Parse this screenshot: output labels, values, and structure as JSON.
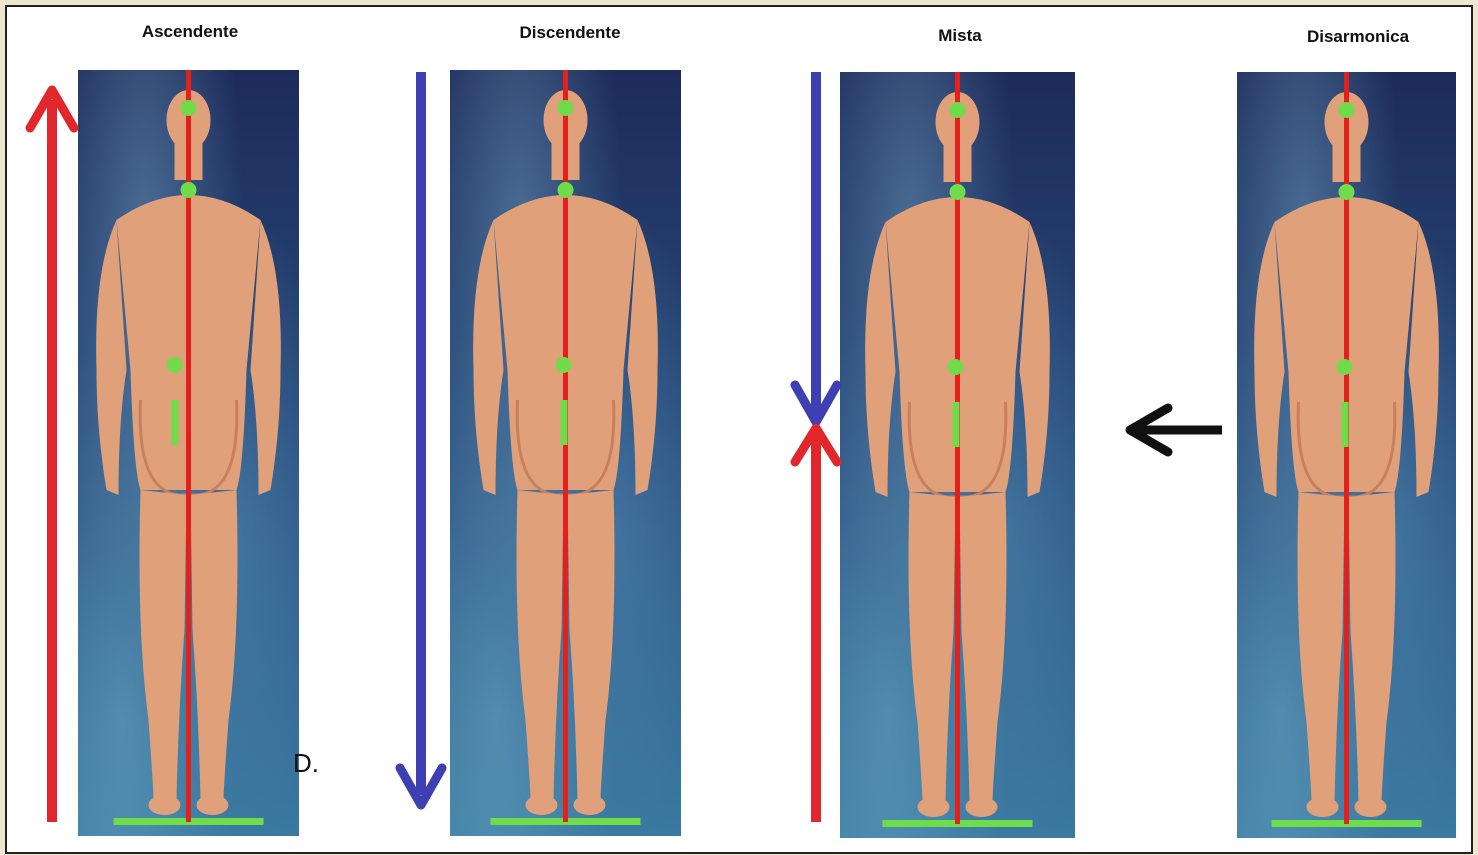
{
  "panels": [
    {
      "id": "ascendente",
      "label": "Ascendente"
    },
    {
      "id": "discendente",
      "label": "Discendente"
    },
    {
      "id": "mista",
      "label": "Mista"
    },
    {
      "id": "disarmonica",
      "label": "Disarmonica"
    }
  ],
  "stray_text": "D.",
  "colors": {
    "up_arrow": "#e1262c",
    "down_arrow": "#3d3fb3",
    "midline": "#e3201b",
    "markers": "#6fdc4a",
    "pointer_arrow": "#111111",
    "body": "#e0a07a"
  }
}
